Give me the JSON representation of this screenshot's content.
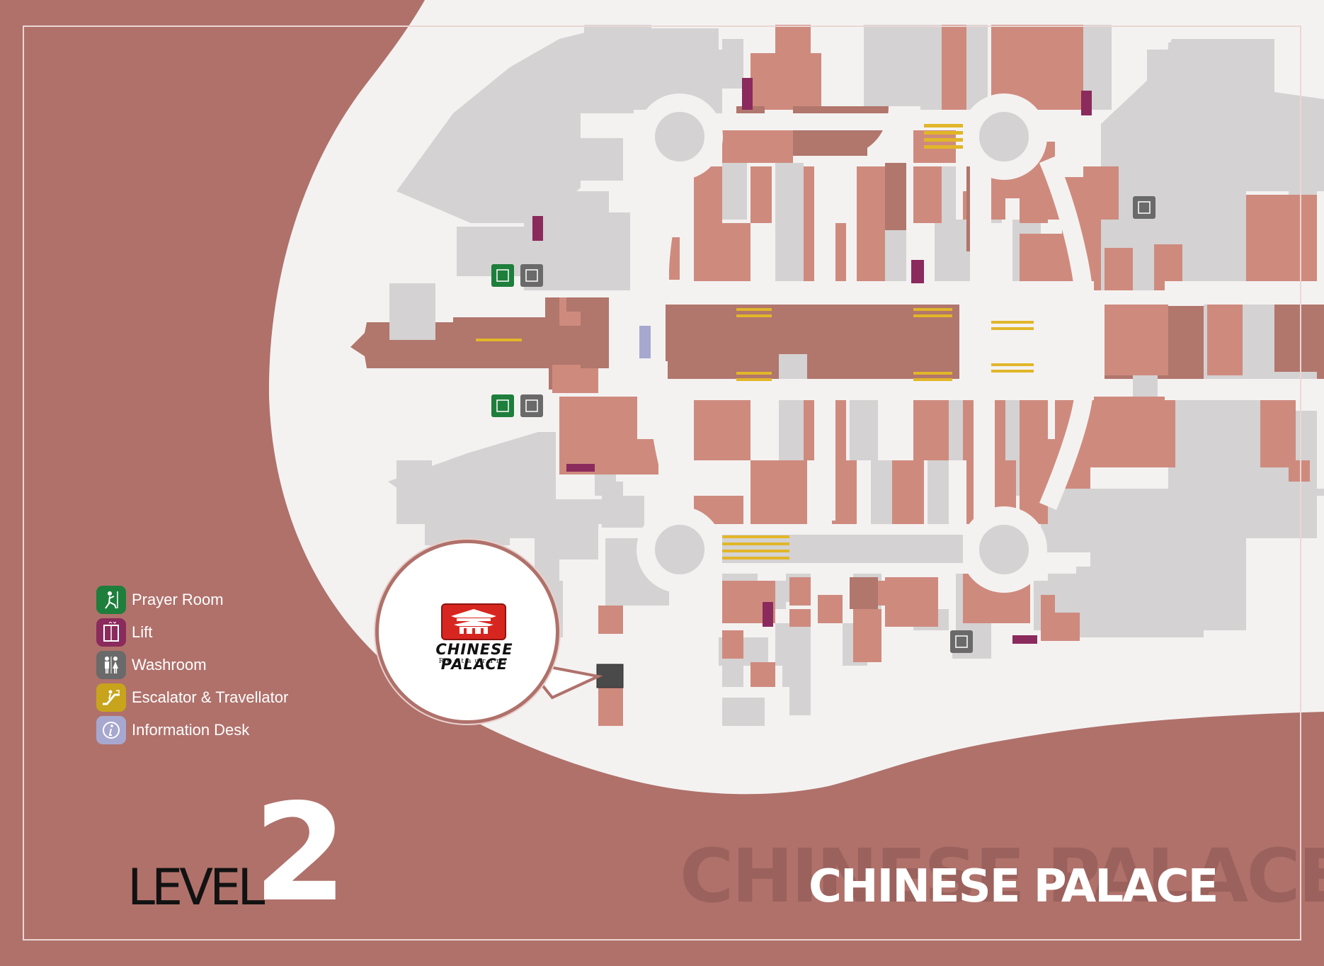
{
  "colors": {
    "background": "#b0716b",
    "walkway": "#f4f2f1",
    "unit_grey": "#d4d2d2",
    "unit_pink": "#cf8a7e",
    "anchor_brown": "#b1766c",
    "lift": "#8b2a5c",
    "escalator": "#e1b629",
    "prayer": "#1e7e3c",
    "washroom": "#6a6a6a",
    "info_desk": "#a7a8d0",
    "logo_red": "#d7261f"
  },
  "legend": [
    {
      "icon": "prayer-room-icon",
      "label": "Prayer Room",
      "color": "#1e7e3c"
    },
    {
      "icon": "lift-icon",
      "label": "Lift",
      "color": "#8b2a5c"
    },
    {
      "icon": "washroom-icon",
      "label": "Washroom",
      "color": "#6a6a6a"
    },
    {
      "icon": "escalator-icon",
      "label": "Escalator & Travellator",
      "color": "#c8a41c"
    },
    {
      "icon": "info-desk-icon",
      "label": "Information Desk",
      "color": "#a7a8d0"
    }
  ],
  "level": {
    "word": "LEVEL",
    "number": "2"
  },
  "store": {
    "title": "CHINESE PALACE",
    "ghost": "CHINESE PALACE"
  },
  "logo": {
    "name": "CHINESE PALACE",
    "subtitle": "Restaurant"
  },
  "map": {
    "grey": [
      [
        792,
        65,
        32,
        90
      ],
      [
        825,
        35,
        95,
        120
      ],
      [
        895,
        40,
        120,
        115
      ],
      [
        980,
        70,
        40,
        90
      ],
      [
        1020,
        55,
        30,
        70
      ],
      [
        1220,
        35,
        90,
        115
      ],
      [
        1300,
        35,
        75,
        120
      ],
      [
        1375,
        35,
        20,
        120
      ],
      [
        1530,
        35,
        40,
        120
      ],
      [
        1620,
        70,
        60,
        150
      ],
      [
        1650,
        60,
        150,
        90
      ],
      [
        1580,
        185,
        140,
        60
      ],
      [
        1700,
        180,
        110,
        90
      ],
      [
        1820,
        150,
        40,
        140
      ],
      [
        1640,
        260,
        95,
        150
      ],
      [
        1555,
        310,
        80,
        100
      ],
      [
        740,
        270,
        120,
        40
      ],
      [
        645,
        320,
        100,
        70
      ],
      [
        550,
        400,
        65,
        80
      ],
      [
        780,
        300,
        110,
        110
      ],
      [
        760,
        195,
        120,
        60
      ],
      [
        1020,
        230,
        35,
        80
      ],
      [
        1095,
        230,
        40,
        80
      ],
      [
        1250,
        230,
        25,
        80
      ],
      [
        1330,
        235,
        20,
        75
      ],
      [
        1370,
        245,
        45,
        70
      ],
      [
        1095,
        310,
        40,
        100
      ],
      [
        1250,
        320,
        30,
        90
      ],
      [
        1320,
        310,
        65,
        100
      ],
      [
        1430,
        310,
        40,
        90
      ],
      [
        1510,
        340,
        40,
        70
      ],
      [
        1100,
        560,
        40,
        90
      ],
      [
        1200,
        560,
        40,
        90
      ],
      [
        1300,
        560,
        60,
        90
      ],
      [
        1390,
        560,
        40,
        90
      ],
      [
        1430,
        560,
        50,
        140
      ],
      [
        1100,
        650,
        40,
        90
      ],
      [
        1230,
        650,
        30,
        90
      ],
      [
        1310,
        650,
        30,
        90
      ],
      [
        1440,
        660,
        45,
        80
      ],
      [
        1650,
        560,
        130,
        130
      ],
      [
        1780,
        580,
        80,
        130
      ],
      [
        1700,
        690,
        160,
        70
      ],
      [
        1640,
        700,
        110,
        120
      ],
      [
        1470,
        690,
        110,
        90
      ],
      [
        1580,
        740,
        180,
        120
      ],
      [
        1100,
        500,
        40,
        60
      ],
      [
        1640,
        690,
        40,
        60
      ],
      [
        870,
        620,
        60,
        40
      ],
      [
        840,
        660,
        30,
        40
      ],
      [
        850,
        700,
        60,
        45
      ],
      [
        560,
        650,
        50,
        90
      ],
      [
        600,
        700,
        120,
        70
      ],
      [
        745,
        820,
        50,
        80
      ],
      [
        855,
        760,
        90,
        95
      ],
      [
        1020,
        810,
        50,
        40
      ],
      [
        1110,
        810,
        35,
        40
      ],
      [
        1050,
        820,
        60,
        40
      ],
      [
        1015,
        900,
        70,
        40
      ],
      [
        1095,
        880,
        50,
        60
      ],
      [
        1205,
        810,
        40,
        90
      ],
      [
        1350,
        810,
        50,
        120
      ],
      [
        1290,
        860,
        50,
        30
      ],
      [
        1470,
        820,
        30,
        45
      ],
      [
        1480,
        810,
        130,
        70
      ],
      [
        1520,
        800,
        180,
        100
      ],
      [
        1020,
        940,
        30,
        30
      ],
      [
        1105,
        940,
        40,
        30
      ],
      [
        1190,
        880,
        35,
        60
      ],
      [
        1020,
        985,
        60,
        40
      ],
      [
        1115,
        970,
        30,
        40
      ],
      [
        1345,
        900,
        40,
        30
      ],
      [
        1700,
        430,
        160,
        130
      ],
      [
        1600,
        430,
        35,
        130
      ]
    ],
    "pink": [
      [
        1095,
        35,
        50,
        55
      ],
      [
        1060,
        75,
        100,
        80
      ],
      [
        1330,
        35,
        35,
        120
      ],
      [
        1400,
        35,
        130,
        120
      ],
      [
        1400,
        200,
        90,
        80
      ],
      [
        1530,
        235,
        50,
        60
      ],
      [
        1480,
        250,
        100,
        60
      ],
      [
        1760,
        275,
        100,
        140
      ],
      [
        1020,
        180,
        100,
        50
      ],
      [
        1290,
        180,
        60,
        50
      ],
      [
        980,
        235,
        40,
        80
      ],
      [
        1060,
        235,
        30,
        80
      ],
      [
        1135,
        235,
        40,
        80
      ],
      [
        1210,
        235,
        40,
        80
      ],
      [
        1290,
        235,
        40,
        80
      ],
      [
        1360,
        270,
        60,
        40
      ],
      [
        1440,
        235,
        40,
        80
      ],
      [
        980,
        315,
        80,
        95
      ],
      [
        1135,
        315,
        60,
        95
      ],
      [
        1210,
        315,
        40,
        95
      ],
      [
        1440,
        330,
        60,
        80
      ],
      [
        1500,
        310,
        55,
        100
      ],
      [
        1560,
        350,
        40,
        60
      ],
      [
        1630,
        345,
        40,
        65
      ],
      [
        945,
        335,
        15,
        60
      ],
      [
        790,
        420,
        55,
        40
      ],
      [
        780,
        515,
        65,
        40
      ],
      [
        1555,
        430,
        95,
        100
      ],
      [
        1705,
        430,
        50,
        100
      ],
      [
        980,
        560,
        80,
        90
      ],
      [
        1135,
        560,
        60,
        90
      ],
      [
        1290,
        560,
        50,
        90
      ],
      [
        1360,
        560,
        60,
        90
      ],
      [
        1440,
        560,
        40,
        90
      ],
      [
        1490,
        560,
        90,
        60
      ],
      [
        1530,
        560,
        130,
        100
      ],
      [
        1780,
        560,
        50,
        100
      ],
      [
        1060,
        650,
        80,
        90
      ],
      [
        1175,
        650,
        35,
        90
      ],
      [
        1260,
        650,
        45,
        90
      ],
      [
        1365,
        650,
        70,
        90
      ],
      [
        1440,
        650,
        40,
        90
      ],
      [
        1480,
        620,
        60,
        70
      ],
      [
        1820,
        650,
        30,
        30
      ],
      [
        790,
        560,
        110,
        110
      ],
      [
        850,
        620,
        80,
        50
      ],
      [
        980,
        700,
        40,
        40
      ],
      [
        1010,
        700,
        40,
        40
      ],
      [
        1020,
        820,
        75,
        60
      ],
      [
        1115,
        815,
        30,
        40
      ],
      [
        1210,
        820,
        75,
        35
      ],
      [
        1250,
        815,
        75,
        70
      ],
      [
        1360,
        810,
        95,
        70
      ],
      [
        1470,
        840,
        20,
        40
      ],
      [
        1020,
        890,
        30,
        40
      ],
      [
        1060,
        935,
        35,
        35
      ],
      [
        1115,
        860,
        30,
        25
      ],
      [
        1205,
        860,
        40,
        45
      ],
      [
        1205,
        905,
        40,
        30
      ],
      [
        845,
        855,
        35,
        40
      ],
      [
        845,
        955,
        35,
        40
      ],
      [
        845,
        985,
        35,
        40
      ],
      [
        1155,
        840,
        35,
        40
      ],
      [
        1470,
        865,
        55,
        40
      ]
    ],
    "brown": [
      [
        1120,
        150,
        105,
        70
      ],
      [
        1250,
        230,
        30,
        95
      ],
      [
        1040,
        150,
        40,
        25
      ],
      [
        1365,
        235,
        30,
        120
      ],
      [
        1800,
        430,
        70,
        95
      ],
      [
        800,
        420,
        60,
        20
      ],
      [
        820,
        440,
        45,
        80
      ],
      [
        940,
        430,
        40,
        80
      ],
      [
        1360,
        430,
        20,
        95
      ],
      [
        1200,
        815,
        40,
        45
      ]
    ],
    "lifts": [
      [
        1048,
        110,
        15,
        45
      ],
      [
        1527,
        128,
        15,
        35
      ],
      [
        752,
        305,
        15,
        35
      ],
      [
        1287,
        367,
        18,
        33
      ],
      [
        800,
        655,
        40,
        11
      ],
      [
        1077,
        850,
        15,
        35
      ],
      [
        1430,
        897,
        35,
        12
      ]
    ],
    "escalators": [
      [
        1305,
        175,
        55,
        5
      ],
      [
        1305,
        185,
        55,
        5
      ],
      [
        1305,
        195,
        55,
        5
      ],
      [
        1305,
        205,
        55,
        5
      ],
      [
        1040,
        435,
        50,
        4
      ],
      [
        1040,
        444,
        50,
        4
      ],
      [
        1290,
        435,
        55,
        4
      ],
      [
        1290,
        444,
        55,
        4
      ],
      [
        1040,
        525,
        50,
        4
      ],
      [
        1040,
        534,
        50,
        4
      ],
      [
        1290,
        525,
        55,
        4
      ],
      [
        1290,
        534,
        55,
        4
      ],
      [
        1400,
        453,
        60,
        4
      ],
      [
        1400,
        462,
        60,
        4
      ],
      [
        1400,
        513,
        60,
        4
      ],
      [
        1400,
        522,
        60,
        4
      ],
      [
        672,
        478,
        65,
        4
      ],
      [
        1020,
        756,
        95,
        4
      ],
      [
        1020,
        766,
        95,
        4
      ],
      [
        1020,
        776,
        95,
        4
      ],
      [
        1020,
        786,
        95,
        4
      ]
    ],
    "info": [
      [
        903,
        460,
        16,
        46
      ]
    ],
    "prayer": [
      [
        694,
        373,
        32,
        32
      ],
      [
        694,
        557,
        32,
        32
      ]
    ],
    "washroom": [
      [
        735,
        373,
        32,
        32
      ],
      [
        735,
        557,
        32,
        32
      ],
      [
        1600,
        277,
        32,
        32
      ],
      [
        1342,
        890,
        32,
        32
      ]
    ]
  }
}
